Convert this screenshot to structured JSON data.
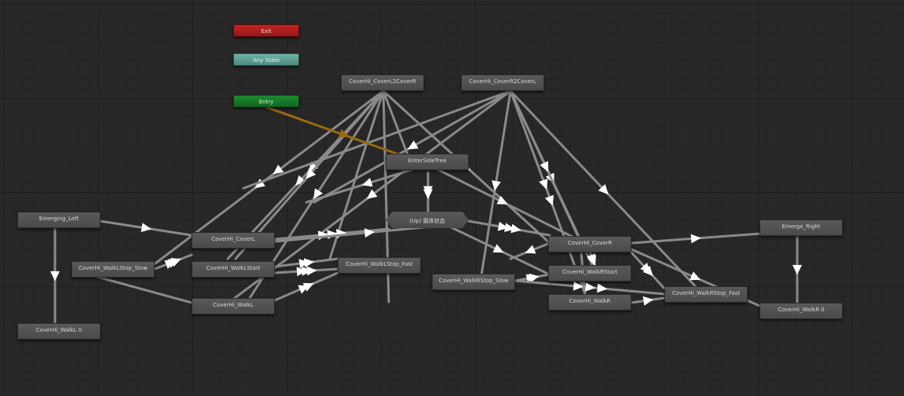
{
  "window": {
    "view": "Animator state machine graph"
  },
  "colors": {
    "background": "#282828",
    "transition_line": "#8a8a8a",
    "arrow": "#ffffff",
    "entry_transition": "#9a6a12",
    "exit_state": "#b01e1e",
    "any_state": "#5fa195",
    "entry_state": "#187a28"
  },
  "states": {
    "exit": "Exit",
    "any_state": "Any State",
    "entry": "Entry",
    "cover_l2_cover_r": "CoverHi_CoverL2CoverR",
    "cover_r2_cover_l": "CoverHi_CoverR2CoverL",
    "enter_side_tree": "EnterSideTree",
    "up_parent": "(Up) 親体状态",
    "emerging_left": "Emerging_Left",
    "cover_l": "CoverHi_CoverL",
    "walk_l_stop_slow": "CoverHi_WalkLStop_Slow",
    "walk_l_start": "CoverHi_WalkLStart",
    "walk_l_stop_fast": "CoverHi_WalkLStop_Fast",
    "walk_l": "CoverHi_WalkL",
    "walk_l0": "CoverHi_WalkL 0",
    "cover_r": "CoverHi_CoverR",
    "walk_r_stop_slow": "CoverHi_WalkRStop_Slow",
    "walk_r_start": "CoverHi_WalkRStart",
    "walk_r": "CoverHi_WalkR",
    "walk_r_stop_fast": "CoverHi_WalkRStop_Fast",
    "emerge_right": "Emerge_Right",
    "walk_r0": "CoverHi_WalkR 0"
  }
}
